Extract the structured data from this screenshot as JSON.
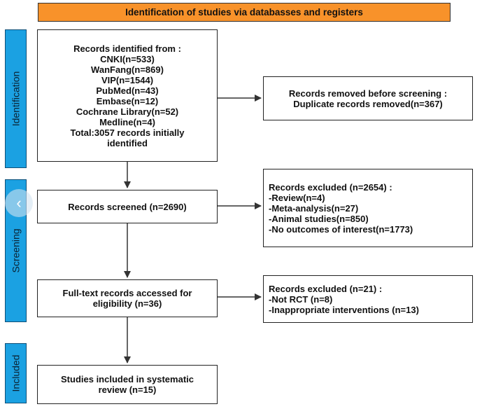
{
  "header": {
    "title": "Identification of studies via databasses and registers"
  },
  "phases": {
    "identification": "Identification",
    "screening": "Screening",
    "included": "Included"
  },
  "identified": {
    "lines": [
      "Records identified from :",
      "CNKI(n=533)",
      "WanFang(n=869)",
      "VIP(n=1544)",
      "PubMed(n=43)",
      "Embase(n=12)",
      "Cochrane Library(n=52)",
      "Medline(n=4)",
      "Total:3057 records initially",
      "identified"
    ]
  },
  "removed": {
    "lines": [
      "Records removed before screening :",
      "Duplicate records removed(n=367)"
    ]
  },
  "screened": {
    "lines": [
      "Records screened (n=2690)"
    ]
  },
  "excluded1": {
    "lines": [
      "Records excluded  (n=2654) :",
      "-Review(n=4)",
      "-Meta-analysis(n=27)",
      "-Animal studies(n=850)",
      "-No outcomes of interest(n=1773)"
    ]
  },
  "fulltext": {
    "lines": [
      "Full-text records accessed for",
      "eligibility  (n=36)"
    ]
  },
  "excluded2": {
    "lines": [
      "Records excluded (n=21) :",
      "-Not RCT (n=8)",
      "-Inappropriate interventions (n=13)"
    ]
  },
  "included": {
    "lines": [
      "Studies included in systematic",
      "review   (n=15)"
    ]
  },
  "nav": {
    "glyph": "‹"
  },
  "colors": {
    "header": "#f8922a",
    "phase": "#1ba1e2",
    "border": "#222222"
  }
}
